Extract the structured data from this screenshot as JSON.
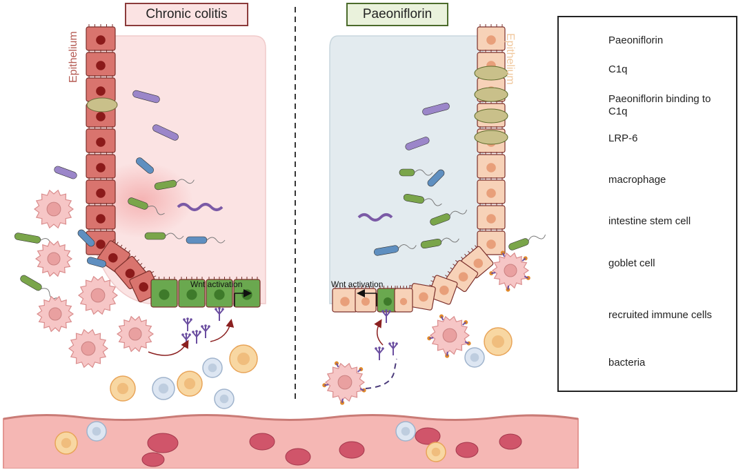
{
  "left_panel": {
    "title": "Chronic colitis",
    "epithelium_label": "Epithelium",
    "wnt_label": "Wnt activation"
  },
  "right_panel": {
    "title": "Paeoniflorin",
    "epithelium_label": "Epithelium",
    "wnt_label": "Wnt activation"
  },
  "legend": {
    "items": [
      {
        "label": "Paeoniflorin",
        "icon": "paeoniflorin-icon"
      },
      {
        "label": "C1q",
        "icon": "c1q-icon"
      },
      {
        "label": "Paeoniflorin binding to C1q",
        "icon": "paeoniflorin-c1q-icon"
      },
      {
        "label": "LRP-6",
        "icon": "lrp6-icon"
      },
      {
        "label": "macrophage",
        "icon": "macrophage-icon"
      },
      {
        "label": "intestine stem cell",
        "icon": "stem-cell-icon"
      },
      {
        "label": "goblet cell",
        "icon": "goblet-cell-icon"
      },
      {
        "label": "recruited immune cells",
        "icon": "immune-cell-icon"
      },
      {
        "label": "bacteria",
        "icon": "bacteria-icon"
      }
    ]
  },
  "colors": {
    "left_lumen": "#fbe3e3",
    "right_lumen": "#e3ebef",
    "left_epithelium": "#d9746e",
    "right_epithelium": "#f7d2b8",
    "stem_cell": "#6aa84f",
    "blood_vessel": "#f4a9a6",
    "red_cell": "#c0392b",
    "immune_cell": "#f6c07e",
    "c1q": "#6b4ea0",
    "paeoniflorin": "#e08a2c"
  }
}
